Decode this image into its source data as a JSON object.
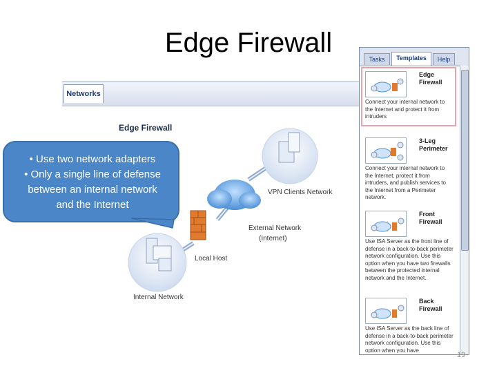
{
  "slide": {
    "title": "Edge Firewall",
    "page_number": "19"
  },
  "networks_panel": {
    "tab_label": "Networks",
    "diagram_title": "Edge Firewall",
    "nodes": {
      "vpn": "VPN Clients Network",
      "external_line1": "External Network",
      "external_line2": "(Internet)",
      "local_host": "Local Host",
      "internal": "Internal Network"
    }
  },
  "callout": {
    "lines": [
      "• Use two network adapters",
      "• Only a single line of defense",
      "between an internal network",
      "and the Internet"
    ]
  },
  "templates_panel": {
    "tabs": [
      {
        "label": "Tasks",
        "active": false
      },
      {
        "label": "Templates",
        "active": true
      },
      {
        "label": "Help",
        "active": false
      }
    ],
    "items": [
      {
        "name_line1": "Edge",
        "name_line2": "Firewall",
        "description": "Connect your internal network to the Internet and protect it from intruders",
        "selected": true
      },
      {
        "name_line1": "3-Leg",
        "name_line2": "Perimeter",
        "description": "Connect your internal network to the Internet, protect it from intruders, and publish services to the Internet from a Perimeter network.",
        "selected": false
      },
      {
        "name_line1": "Front",
        "name_line2": "Firewall",
        "description": "Use ISA Server as the front line of defense in a back-to-back perimeter network configuration. Use this option when you have two firewalls between the protected internal network and the Internet.",
        "selected": false
      },
      {
        "name_line1": "Back",
        "name_line2": "Firewall",
        "description": "Use ISA Server as the back line of defense in a back-to-back perimeter network configuration. Use this option when you have",
        "selected": false
      }
    ]
  },
  "colors": {
    "callout_fill": "#4a86c8",
    "selected_outline": "#e7a3ad",
    "link_line": "#8fa8cc"
  }
}
